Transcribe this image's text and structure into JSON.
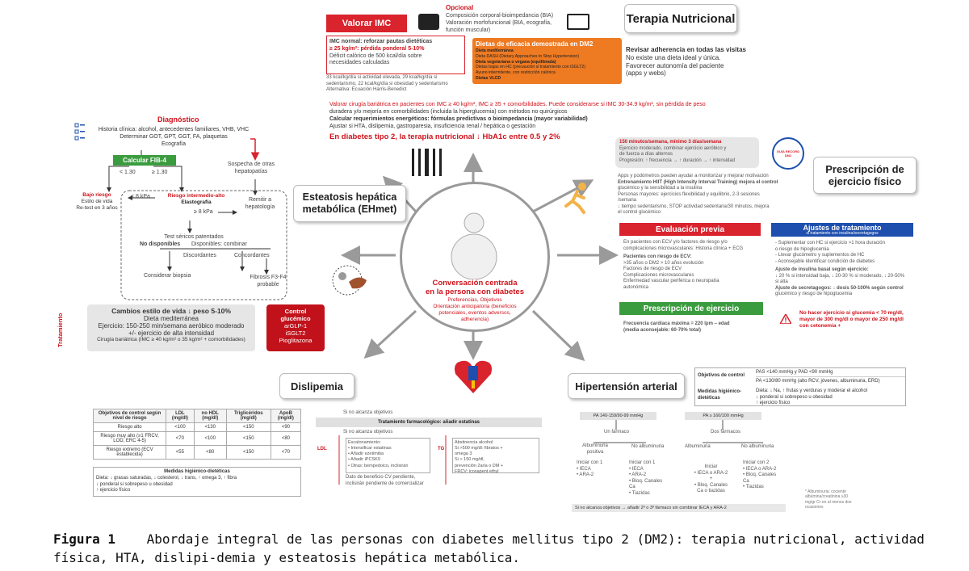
{
  "nutrition": {
    "opcional": "Opcional",
    "opcional_items": [
      "Composición corporal-bioimpedancia (BIA)",
      "Valoración morfofuncional (BIA, ecografía,",
      "función muscular)"
    ],
    "valorar_imc": "Valorar IMC",
    "imc_lines": [
      "IMC normal: reforzar pautas dietéticas",
      "≥ 25 kg/m²: pérdida ponderal 5-10%",
      "Déficit calórico de 500 kcal/día sobre",
      "necesidades calculadas"
    ],
    "kcal_note": [
      "33 kcal/kg/día si actividad elevada, 29 kcal/kg/día si",
      "sedentarismo, 22 kcal/kg/día si obesidad y sedentarismo",
      "Alternativa: Ecuación Harris-Benedict"
    ],
    "diets_title": "Dietas de eficacia demostrada en DM2",
    "diets": [
      "Dieta mediterránea",
      "Dieta DASH (Dietary Approaches to Stop Hypertension)",
      "Dieta vegetariana o vegana (equilibrada)",
      "Dietas bajas en HC (precaución si tratamiento con iSGLT2)",
      "Ayuno intermitente, con restricción calórica",
      "Dietas VLCD"
    ],
    "title": "Terapia Nutricional",
    "adherencia": [
      "Revisar adherencia en todas las visitas",
      "No existe una dieta ideal y única.",
      "Favorecer autonomía del paciente",
      "(apps y webs)"
    ],
    "bariatric": [
      "Valorar cirugía bariátrica en pacientes con IMC ≥ 40 kg/m², IMC ≥ 35 + comorbilidades. Puede considerarse si IMC 30-34.9 kg/m², sin pérdida de peso",
      "duradera y/o mejoría en comorbilidades (incluida la hiperglucemia) con métodos no quirúrgicos",
      "Calcular requerimientos energéticos: fórmulas predictivas o bioimpedancia (mayor variabilidad)",
      "Ajustar si HTA, dislipemia, gastroparesia, insuficiencia renal / hepática o gestación"
    ],
    "hba1c": "En diabetes tipo 2, la terapia nutricional ↓ HbA1c entre 0.5 y 2%"
  },
  "exercise": {
    "weekly": [
      "150 minutos/semana, mínimo 3 días/semana",
      "Ejercicio moderado, combinar ejercicio aeróbico y",
      "de fuerza a días alternos",
      "Progresión: ↑ frecuencia → ↑ duración → ↑ intensidad"
    ],
    "apps": [
      "Apps y podómetros pueden ayudar a monitorizar y mejorar motivación",
      "Entrenamiento HIIT (High Intensity Interval Training) mejora el control",
      "glucémico y la sensibilidad a la insulina",
      "Personas mayores: ejercicios flexibilidad y equilibrio, 2-3 sesiones",
      "/semana",
      "↓ tiempo sedentarismo, STOP actividad sedentaria/30 minutos, mejora",
      "el control glucémico"
    ],
    "title": "Prescripción de ejercicio físico",
    "badge": "GUÍA RECORD DM2",
    "eval_title": "Evaluación previa",
    "eval_lines": [
      "En pacientes con ECV y/o factores de riesgo y/o",
      "complicaciones microvasculares: Historia clínica + ECG",
      "Pacientes con riesgo de ECV:",
      ">35 años o DM2 > 10 años evolución",
      "Factores de riesgo de ECV",
      "Complicaciones microvasculares",
      "Enfermedad vascular periférica o neuropatía",
      "autonómica"
    ],
    "presc_title": "Prescripción de ejercicio",
    "presc_lines": [
      "Frecuencia cardíaca máxima = 220 lpm – edad",
      "(media aconsejable: 60-70% total)"
    ],
    "ajustes_title": "Ajustes de tratamiento",
    "ajustes_sub": "si tratamiento con insulina/secretagogos",
    "ajustes_lines": [
      "- Suplementar con HC si ejercicio >1 hora duración",
      "  o riesgo de hipoglucemia",
      "- Llevar glucómetro y suplementos de HC",
      "- Aconsejable identificar condición de diabetes",
      "Ajuste de insulina basal según ejercicio:",
      "↓ 20 % si intensidad baja, ↓ 20-30 % si moderado, ↓ 20-50%",
      "si alta",
      "Ajuste de secretagogos: ↓ dosis 50-100% según control",
      "glucémico y riesgo de hipoglucemia"
    ],
    "warning": [
      "No hacer ejercicio si glucemia < 70 mg/dl,",
      "mayor de 300 mg/dl o mayor de 250 mg/dl",
      "con cetonemia +"
    ]
  },
  "liver": {
    "title": "Esteatosis hepática metabólica (EHmet)",
    "diag_title": "Diagnóstico",
    "diag_lines": [
      "Historia clínica: alcohol, antecedentes familiares, VHB, VHC",
      "Determinar GOT, GPT, GGT, FA, plaquetas",
      "Ecografía"
    ],
    "fib4": "Calcular FIB-4",
    "lt": "< 1.30",
    "ge": "≥ 1.30",
    "sospecha": [
      "Sospecha de otras",
      "hepatopatías"
    ],
    "bajo": [
      "Bajo riesgo",
      "Estilo de vida",
      "Re-test en 3 años"
    ],
    "lt8": "< 8 kPa",
    "intermedio": "Riesgo intermedio-alto",
    "elasto": "Elastografía",
    "ge8": "≥ 8 kPa",
    "remitir": [
      "Remitir a",
      "hepatología"
    ],
    "tests": "Test séricos patentados",
    "nodisp": "No disponibles",
    "disp": "Disponibles: combinar",
    "discordantes": "Discordantes",
    "concordantes": "Concordantes",
    "biopsia": "Considerar biopsia",
    "fibrosis": [
      "Fibrosis F3-F4",
      "probable"
    ],
    "tratamiento": "Tratamiento",
    "cambios": [
      "Cambios estilo de vida ↓ peso 5-10%",
      "Dieta mediterránea",
      "Ejercicio: 150-250 min/semana aeróbico moderado",
      "+/- ejercicio de alta intensidad",
      "Cirugía bariátrica (IMC ≥ 40 kg/m² o 35 kg/m² + comorbilidades)"
    ],
    "control": [
      "Control",
      "glucémico",
      "arGLP-1",
      "iSGLT2",
      "Pioglitazona"
    ]
  },
  "center": {
    "title": [
      "Conversación centrada",
      "en la persona con diabetes"
    ],
    "sub": [
      "Preferencias, Objetivos",
      "Orientación anticipatoria (beneficios",
      "potenciales, eventos adversos,",
      "adherencia)"
    ]
  },
  "lipids": {
    "title": "Dislipemia",
    "headers": [
      "Objetivos de control según nivel de riesgo",
      "LDL (mg/dl)",
      "no HDL (mg/dl)",
      "Triglicéridos (mg/dl)",
      "ApoB (mg/dl)"
    ],
    "rows": [
      [
        "Riesgo alto",
        "<100",
        "<130",
        "<150",
        "<90"
      ],
      [
        "Riesgo muy alto (≥1 FRCV, LOD, ERC 4-5)",
        "<70",
        "<100",
        "<150",
        "<80"
      ],
      [
        "Riesgo extremo (ECV establecida)",
        "<55",
        "<80",
        "<150",
        "<70"
      ]
    ],
    "measures_title": "Medidas higiénico-dietéticas",
    "measures": [
      "Dieta: ↓ grasas saturadas, ↓ colesterol, ↓ trans, ↑ omega 3, ↑ fibra",
      "↓ ponderal si sobrepeso u obesidad",
      "↑ ejercicio físico"
    ],
    "no_alcanza": "Si no alcanza objetivos",
    "pharm": "Tratamiento farmacológico: añadir estatinas",
    "no_alcanza2": "Si no alcanza objetivos",
    "ldl": "LDL",
    "tg": "TG",
    "escalon": [
      "Escalonamiento:",
      "• Intensificar estatinas",
      "• Añadir ezetimiba",
      "• Añadir iPCSK9",
      "• Otras: bempedoico, inclisirán"
    ],
    "tg_lines": [
      "Abstinencia alcohol",
      "Si >500 mg/dl: fibratos +",
      "omega 3",
      "Si > 150 mg/dl,",
      "prevención 2aria o DM +",
      "FRCV: icosapent ethyl"
    ],
    "note": [
      "Dato de beneficio CV pendiente,",
      "inclisirán pendiente de comercializar"
    ]
  },
  "hta": {
    "title": "Hipertensión arterial",
    "obj_label": "Objetivos de control",
    "obj1": "PAS <140 mmHg y PAD <90 mmHg",
    "obj2": "PA <130/80 mmHg (alto RCV, jóvenes, albuminuria, ERD)",
    "med_label": "Medidas higiénico-dietéticas",
    "med_lines": [
      "Dieta: ↓ Na, ↑ frutas y verduras y moderar el alcohol",
      "↓ ponderal si sobrepeso u obesidad",
      "↑ ejercicio físico"
    ],
    "pa1": "PA 140-159/90-99 mmHg",
    "pa2": "PA ≥ 160/100 mmHg",
    "un": "Un fármaco",
    "dos": "Dos fármacos",
    "alb_pos": [
      "Albuminuria",
      "positiva"
    ],
    "no_alb": "No albuminuria",
    "alb2": "Albuminuria",
    "no_alb2": "No albuminuria",
    "a1": [
      "Iniciar con 1",
      "• IECA",
      "• ARA-2"
    ],
    "a2": [
      "Iniciar con 1",
      "• IECA",
      "• ARA-2",
      "• Bloq. Canales",
      "  Ca",
      "• Tiazidas"
    ],
    "a3": [
      "Iniciar",
      "• IECA o ARA-2",
      "+",
      "• Bloq. Canales",
      "Ca o tiazidas"
    ],
    "a4": [
      "Iniciar con 2",
      "• IECA o ARA-2",
      "• Bloq. Canales",
      "  Ca",
      "• Tiazidas"
    ],
    "foot": "Si no alcanza objetivos → añadir 2º o 3º fármaco sin combinar IECA y ARA-2",
    "asterisk": [
      "* Albuminuria: cociente",
      "albúmina/creatinina ≥30",
      "mg/gr Cr en al menos dos",
      "ocasiones"
    ]
  },
  "caption": {
    "label": "Figura 1",
    "text": "Abordaje integral de las personas con diabetes mellitus tipo 2 (DM2): terapia nutricional, actividad física, HTA, dislipi-demia y esteatosis hepática metabólica."
  },
  "colors": {
    "red": "#d9232d",
    "green": "#3b9c3f",
    "blue": "#1e4fae",
    "orange": "#ee7a22"
  }
}
